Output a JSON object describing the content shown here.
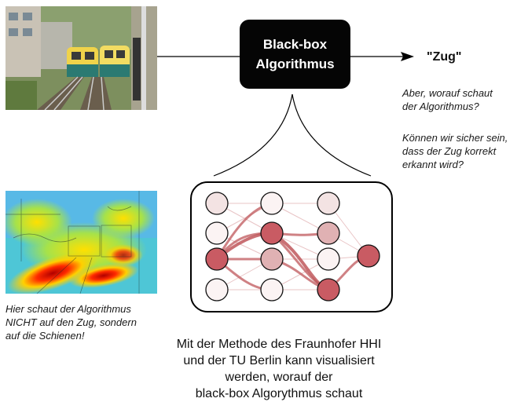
{
  "blackbox": {
    "line1": "Black-box",
    "line2": "Algorithmus"
  },
  "result_label": "\"Zug\"",
  "questions": {
    "q1_line1": "Aber, worauf schaut",
    "q1_line2": "der Algorithmus?",
    "q2_line1": "Können wir sicher sein,",
    "q2_line2": "dass der Zug korrekt",
    "q2_line3": "erkannt wird?"
  },
  "heatmap_note": {
    "line1": "Hier schaut der Algorithmus",
    "line2": "NICHT auf den Zug, sondern",
    "line3": "auf die Schienen!"
  },
  "caption": {
    "line1": "Mit der Methode des Fraunhofer HHI",
    "line2": "und der TU Berlin kann visualisiert",
    "line3": "werden, worauf der",
    "line4": "black-box Algorythmus schaut"
  },
  "colors": {
    "node_strong": "#c95b63",
    "node_mid": "#e0b1b3",
    "node_light": "#f3e3e3",
    "node_pale": "#fbf3f3",
    "edge": "#c0585c",
    "box": "#050505"
  },
  "images": {
    "photo": "train-photo",
    "heatmap": "relevance-heatmap"
  }
}
